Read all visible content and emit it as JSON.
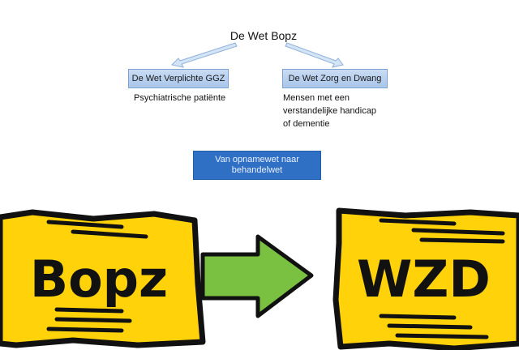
{
  "diagram": {
    "title": "De Wet Bopz",
    "left_box": "De Wet Verplichte GGZ",
    "right_box": "De Wet Zorg en Dwang",
    "left_desc": [
      "Psychiatrische patiënte"
    ],
    "right_desc": [
      "Mensen met een",
      "verstandelijke handicap",
      "of dementie"
    ],
    "conclusion": [
      "Van opnamewet naar",
      "behandelwet"
    ]
  },
  "illustration": {
    "left_label": "Bopz",
    "right_label": "WZD",
    "colors": {
      "document": "#ffd20a",
      "arrow": "#7ac142",
      "outline": "#111111"
    }
  }
}
